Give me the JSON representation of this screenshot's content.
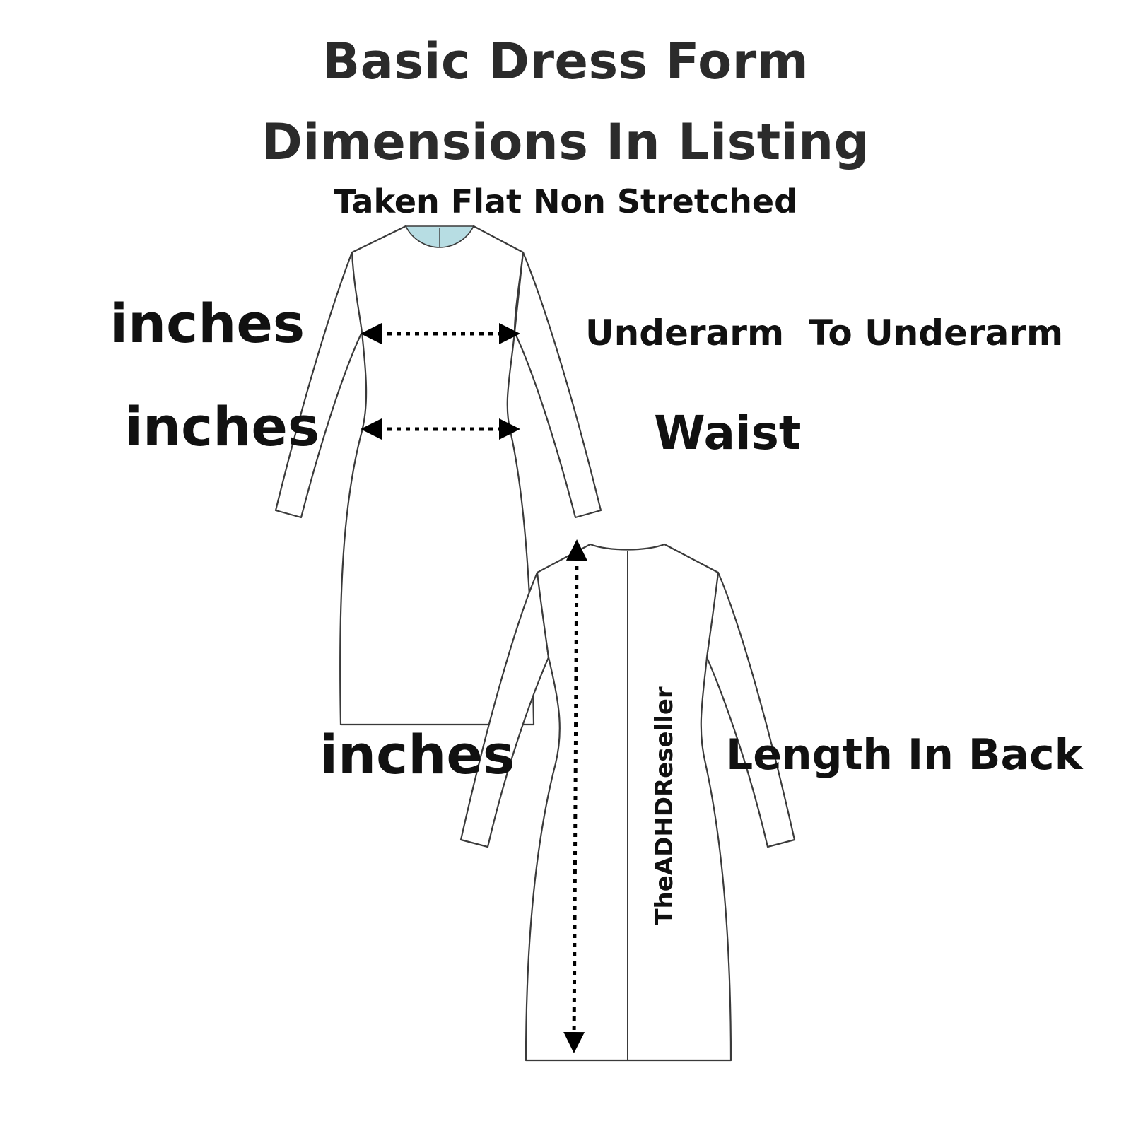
{
  "title_lines": [
    "Basic Dress Form",
    "Dimensions In Listing"
  ],
  "subtitle": "Taken Flat Non Stretched",
  "measurements": [
    {
      "unit": "inches",
      "label": "Underarm  To Underarm"
    },
    {
      "unit": "inches",
      "label": "Waist"
    },
    {
      "unit": "inches",
      "label": "Length In Back"
    }
  ],
  "watermark": "TheADHDReseller",
  "colors": {
    "outline": "#3a3a3a",
    "neckline_fill": "#b7dde3",
    "arrow": "#000000",
    "title_text": "#2b2b2b"
  }
}
